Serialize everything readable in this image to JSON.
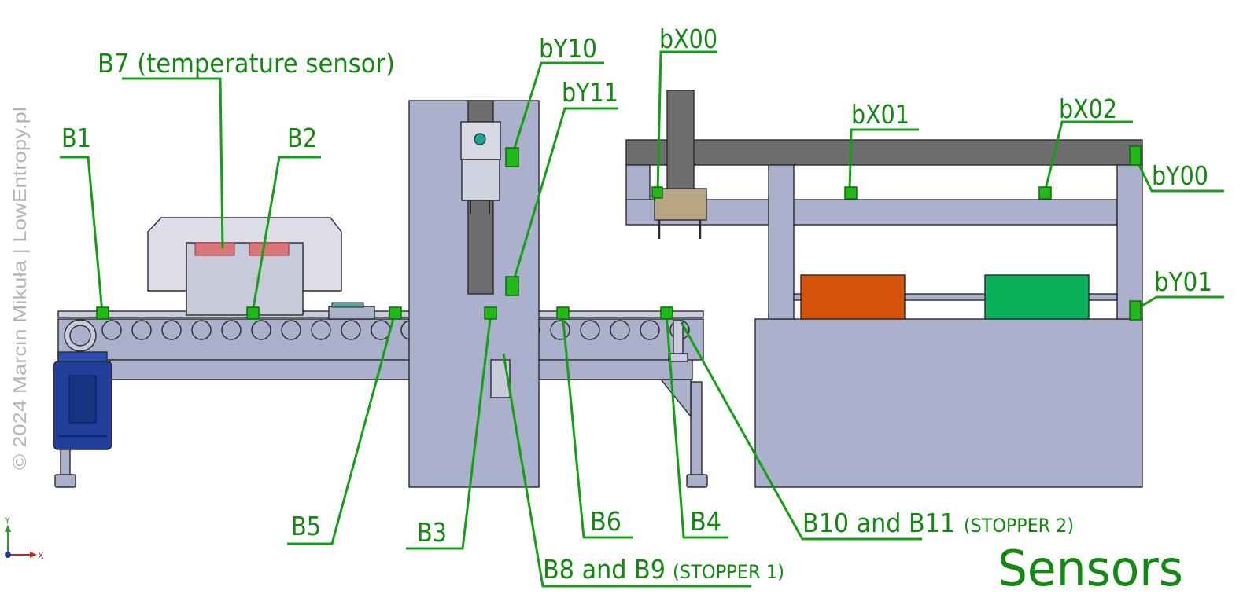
{
  "title": "Sensors",
  "copyright": "© 2024 Marcin Mikuła | LowEntropy.pl",
  "axes": {
    "y": "Y",
    "x": "X"
  },
  "colors": {
    "label_green": "#128a12",
    "sensor_green": "#22b81a",
    "machine_gray": "#abb0cc",
    "dark_gray": "#6e6e6e",
    "motor_blue": "#1f3f9a",
    "box_orange": "#d4520c",
    "box_green": "#0aaf5a",
    "gripper_tan": "#b8a684",
    "heater_pink": "#d9767a"
  },
  "labels": {
    "b7": "B7 (temperature sensor)",
    "b1": "B1",
    "b2": "B2",
    "by10": "bY10",
    "by11": "bY11",
    "bx00": "bX00",
    "bx01": "bX01",
    "bx02": "bX02",
    "by00": "bY00",
    "by01": "bY01",
    "b5": "B5",
    "b3": "B3",
    "b6": "B6",
    "b4": "B4",
    "b10_main": "B10 and B11",
    "b10_sub": "(STOPPER 2)",
    "b8_main": "B8 and B9",
    "b8_sub": "(STOPPER 1)"
  }
}
